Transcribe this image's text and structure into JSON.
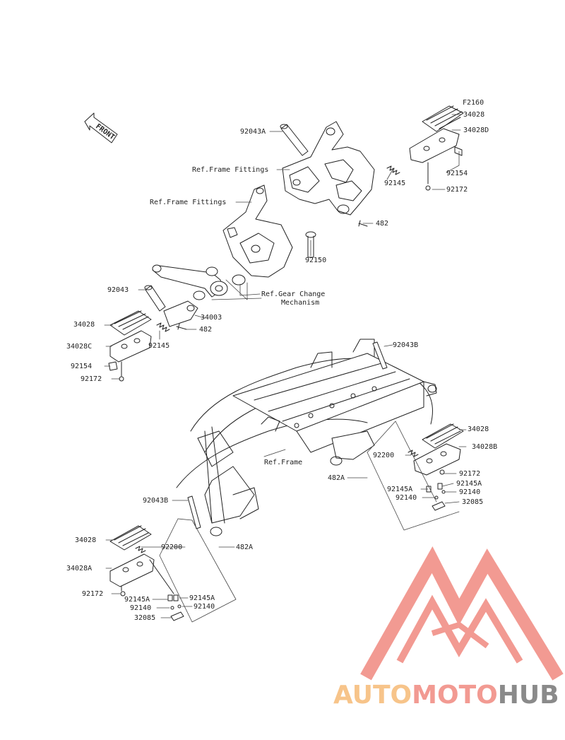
{
  "diagram": {
    "figure_code": "F2160",
    "front_label": "FRONT",
    "labels": {
      "l_34028_top": "34028",
      "l_34028D": "34028D",
      "l_92154_top": "92154",
      "l_92172_top": "92172",
      "l_92145_top": "92145",
      "l_482_top": "482",
      "l_92043A": "92043A",
      "l_ref_frame_1": "Ref.Frame Fittings",
      "l_ref_frame_2": "Ref.Frame Fittings",
      "l_92150": "92150",
      "l_92043": "92043",
      "l_ref_gear_1": "Ref.Gear Change",
      "l_ref_gear_2": "Mechanism",
      "l_34003": "34003",
      "l_482_mid": "482",
      "l_34028_left": "34028",
      "l_34028C": "34028C",
      "l_92145_left": "92145",
      "l_92154_left": "92154",
      "l_92172_left": "92172",
      "l_92043B_top": "92043B",
      "l_ref_frame": "Ref.Frame",
      "l_34028_right": "34028",
      "l_34028B": "34028B",
      "l_92200_right": "92200",
      "l_92172_right": "92172",
      "l_482A_right": "482A",
      "l_92145A_r1": "92145A",
      "l_92145A_r2": "92145A",
      "l_92140_r1": "92140",
      "l_92140_r2": "92140",
      "l_32085_right": "32085",
      "l_92043B_left": "92043B",
      "l_482A_left": "482A",
      "l_34028_bl": "34028",
      "l_92200_bl": "92200",
      "l_34028A": "34028A",
      "l_92172_bl": "92172",
      "l_92145A_bl1": "92145A",
      "l_92145A_bl2": "92145A",
      "l_92140_bl1": "92140",
      "l_92140_bl2": "92140",
      "l_32085_bl": "32085"
    }
  },
  "watermark": {
    "part_auto": "AUTO",
    "part_moto": "MOTO",
    "part_hub": "HUB",
    "color_auto": "#f7c48a",
    "color_moto": "#f29a92",
    "color_hub": "#8a8a8a",
    "logo_color": "#f29a92"
  }
}
